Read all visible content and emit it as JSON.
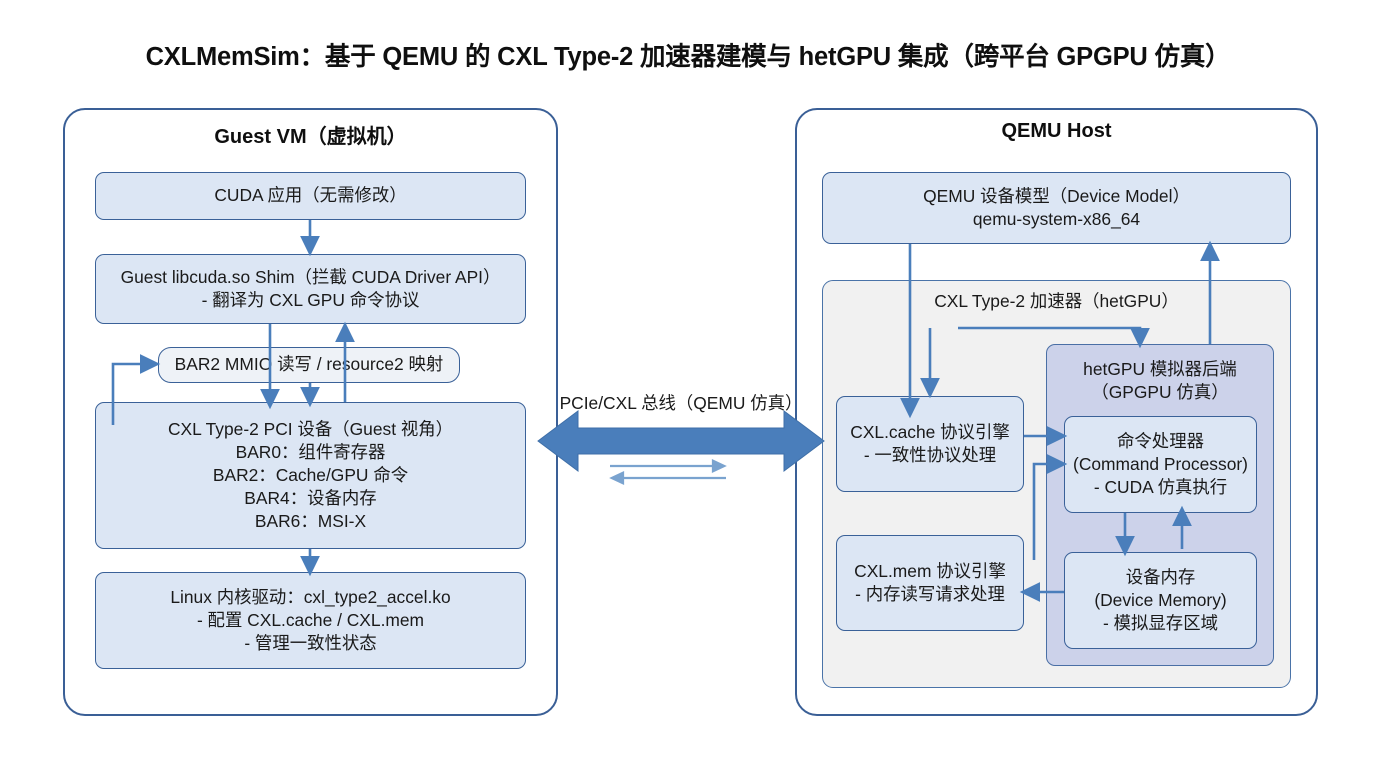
{
  "title": "CXLMemSim：基于 QEMU 的 CXL Type-2 加速器建模与 hetGPU 集成（跨平台 GPGPU 仿真）",
  "colors": {
    "panel_border": "#3a5f96",
    "node_fill": "#dce6f4",
    "node_border": "#3a6198",
    "pill_fill": "#eef2f7",
    "group_gray_fill": "#f1f1f1",
    "group_lavender_fill": "#ccd2ea",
    "arrow_blue": "#4a7ebb",
    "bus_arrow": "#4a7ebb",
    "text": "#1a1a1a"
  },
  "left_panel": {
    "title": "Guest VM（虚拟机）",
    "nodes": {
      "cuda_app": {
        "lines": [
          "CUDA 应用（无需修改）"
        ]
      },
      "libcuda_shim": {
        "lines": [
          "Guest libcuda.so Shim（拦截 CUDA Driver API）",
          "- 翻译为 CXL GPU 命令协议"
        ]
      },
      "bar2_mmio": {
        "lines": [
          "BAR2 MMIO 读写 / resource2 映射"
        ]
      },
      "pci_device": {
        "lines": [
          "CXL Type-2 PCI 设备（Guest 视角）",
          "BAR0：组件寄存器",
          "BAR2：Cache/GPU 命令",
          "BAR4：设备内存",
          "BAR6：MSI-X"
        ]
      },
      "kernel_driver": {
        "lines": [
          "Linux 内核驱动：cxl_type2_accel.ko",
          "- 配置 CXL.cache / CXL.mem",
          "- 管理一致性状态"
        ]
      }
    }
  },
  "bus": {
    "label": "PCIe/CXL 总线（QEMU 仿真）"
  },
  "right_panel": {
    "title": "QEMU Host",
    "nodes": {
      "device_model": {
        "lines": [
          "QEMU 设备模型（Device Model）",
          "qemu-system-x86_64"
        ]
      },
      "accelerator_group": {
        "label": "CXL Type-2 加速器（hetGPU）"
      },
      "cxl_cache_engine": {
        "lines": [
          "CXL.cache 协议引擎",
          "- 一致性协议处理"
        ]
      },
      "cxl_mem_engine": {
        "lines": [
          "CXL.mem 协议引擎",
          "- 内存读写请求处理"
        ]
      },
      "hetgpu_backend": {
        "lines": [
          "hetGPU 模拟器后端",
          "（GPGPU 仿真）"
        ]
      },
      "command_processor": {
        "lines": [
          "命令处理器",
          "(Command Processor)",
          "- CUDA 仿真执行"
        ]
      },
      "device_memory": {
        "lines": [
          "设备内存",
          "(Device Memory)",
          "- 模拟显存区域"
        ]
      }
    }
  }
}
